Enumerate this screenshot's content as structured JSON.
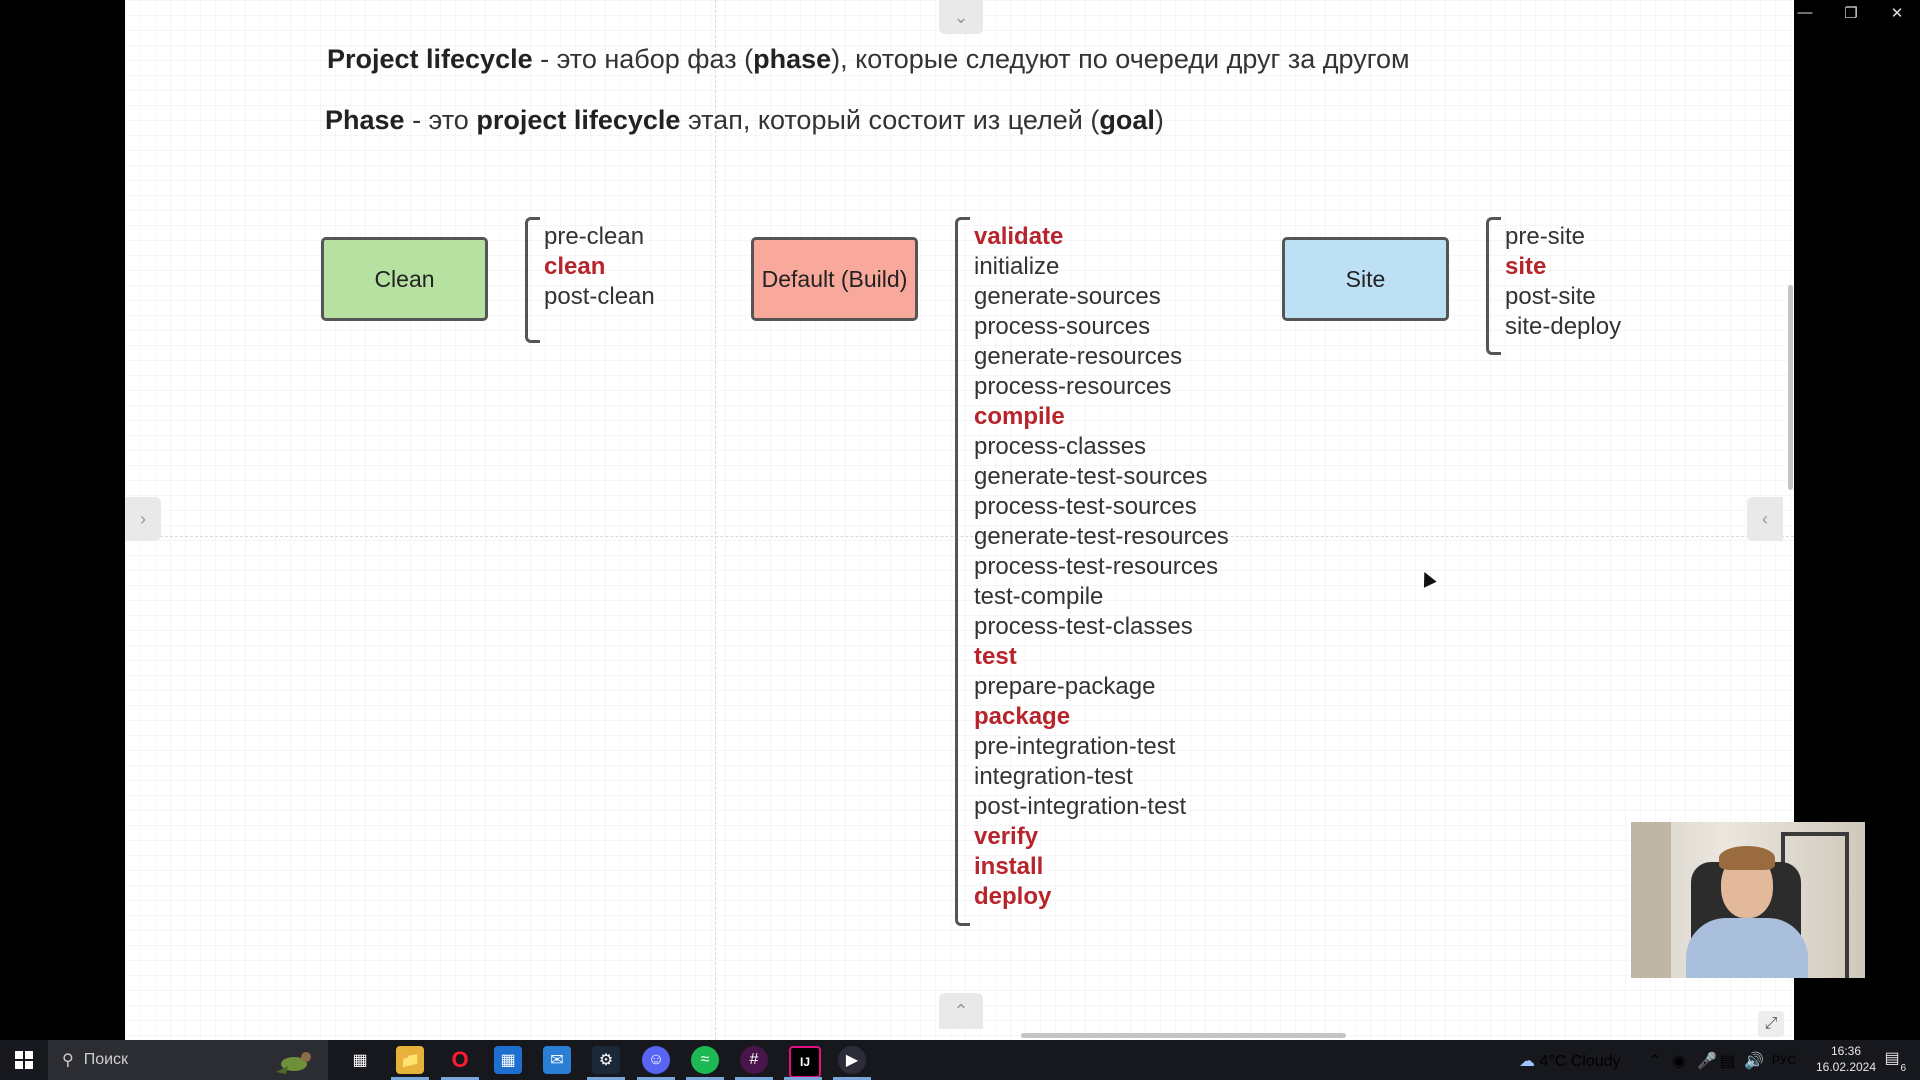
{
  "header": {
    "line1": {
      "t1": "Project lifecycle",
      "t2": " - это набор фаз (",
      "t3": "phase",
      "t4": "), которые следуют по очереди друг за другом"
    },
    "line2": {
      "t1": "Phase",
      "t2": " - это ",
      "t3": "project lifecycle",
      "t4": " этап, который состоит из целей (",
      "t5": "goal",
      "t6": ")"
    }
  },
  "lifecycles": [
    {
      "label": "Clean",
      "color": "#b7e1a1",
      "phases": [
        {
          "name": "pre-clean",
          "key": false
        },
        {
          "name": "clean",
          "key": true
        },
        {
          "name": "post-clean",
          "key": false
        }
      ]
    },
    {
      "label": "Default (Build)",
      "color": "#f9a99b",
      "phases": [
        {
          "name": "validate",
          "key": true
        },
        {
          "name": "initialize",
          "key": false
        },
        {
          "name": "generate-sources",
          "key": false
        },
        {
          "name": "process-sources",
          "key": false
        },
        {
          "name": "generate-resources",
          "key": false
        },
        {
          "name": "process-resources",
          "key": false
        },
        {
          "name": "compile",
          "key": true
        },
        {
          "name": "process-classes",
          "key": false
        },
        {
          "name": "generate-test-sources",
          "key": false
        },
        {
          "name": "process-test-sources",
          "key": false
        },
        {
          "name": "generate-test-resources",
          "key": false
        },
        {
          "name": "process-test-resources",
          "key": false
        },
        {
          "name": "test-compile",
          "key": false
        },
        {
          "name": "process-test-classes",
          "key": false
        },
        {
          "name": "test",
          "key": true
        },
        {
          "name": "prepare-package",
          "key": false
        },
        {
          "name": "package",
          "key": true
        },
        {
          "name": "pre-integration-test",
          "key": false
        },
        {
          "name": "integration-test",
          "key": false
        },
        {
          "name": "post-integration-test",
          "key": false
        },
        {
          "name": "verify",
          "key": true
        },
        {
          "name": "install",
          "key": true
        },
        {
          "name": "deploy",
          "key": true
        }
      ]
    },
    {
      "label": "Site",
      "color": "#bee0f5",
      "phases": [
        {
          "name": "pre-site",
          "key": false
        },
        {
          "name": "site",
          "key": true
        },
        {
          "name": "post-site",
          "key": false
        },
        {
          "name": "site-deploy",
          "key": false
        }
      ]
    }
  ],
  "colors": {
    "key_phase": "#b8242b",
    "text": "#333333"
  },
  "taskbar": {
    "search_placeholder": "Поиск",
    "weather": "4°C  Cloudy",
    "language": "РУС",
    "time": "16:36",
    "date": "16.02.2024",
    "notifications": "6",
    "apps": [
      "windows-icon",
      "task-view-icon",
      "file-explorer-icon",
      "opera-icon",
      "store-icon",
      "mail-icon",
      "steam-icon",
      "discord-icon",
      "spotify-icon",
      "slack-icon",
      "intellij-icon",
      "media-player-icon"
    ]
  }
}
